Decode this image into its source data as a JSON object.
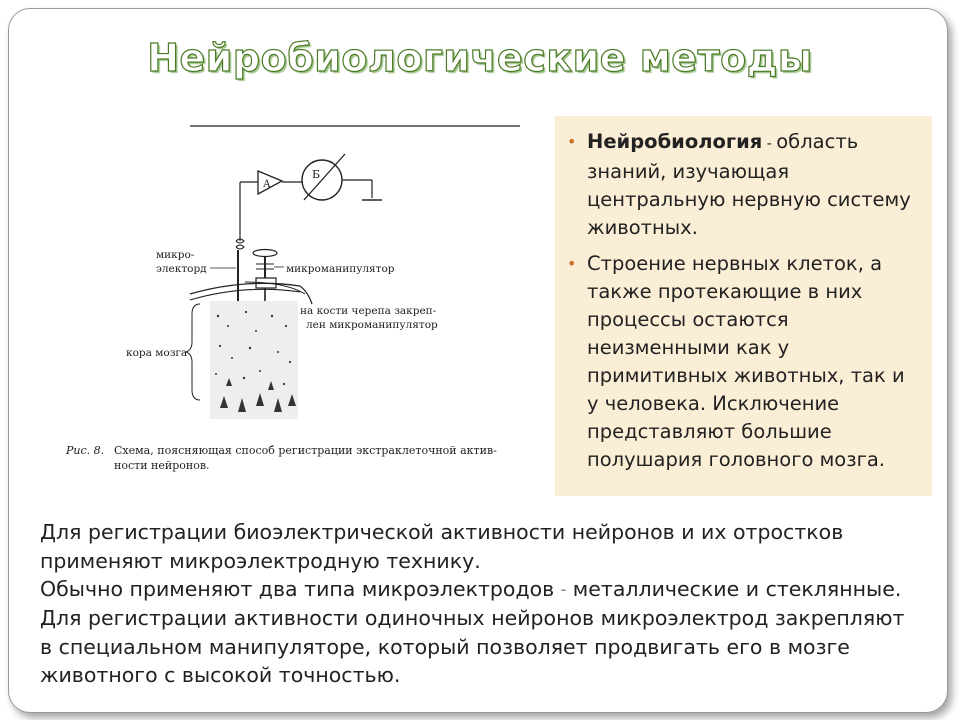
{
  "title": "Нейробиологические методы",
  "diagram": {
    "label_A": "А",
    "label_B": "Б",
    "label_microelectrode": [
      "микро-",
      "электорд"
    ],
    "label_micromanipulator": "микроманипулятор",
    "label_skull": [
      "на кости черепа закреп-",
      "лен микроманипулятор"
    ],
    "label_cortex": "кора мозга",
    "caption_prefix": "Рис. 8.",
    "caption_text": [
      "Схема, поясняющая способ регистрации экстраклеточной актив-",
      "ности нейронов."
    ]
  },
  "info_box": {
    "bullet1_term": "Нейробиология",
    "bullet1_sep": " - ",
    "bullet1_text": "область знаний, изучающая центральную нервную систему животных.",
    "bullet2_text": "Строение нервных клеток, а также протекающие в них процессы остаются неизменными как у примитивных животных, так и у человека. Исключение представляют большие полушария головного мозга."
  },
  "body": {
    "p1": "Для регистрации биоэлектрической активности нейронов и их отростков применяют микроэлектродную технику.",
    "p2a": "Обычно применяют два типа микроэлектродов ",
    "p2_dash": "–",
    "p2b": " металлические и стеклянные.",
    "p3": "Для регистрации активности одиночных нейронов микроэлектрод закрепляют в специальном манипуляторе, который позволяет продвигать его в мозге животного с высокой точностью."
  },
  "colors": {
    "title_stroke": "#4a7a24",
    "info_bg": "#fbeed6",
    "bullet": "#c8722a"
  }
}
